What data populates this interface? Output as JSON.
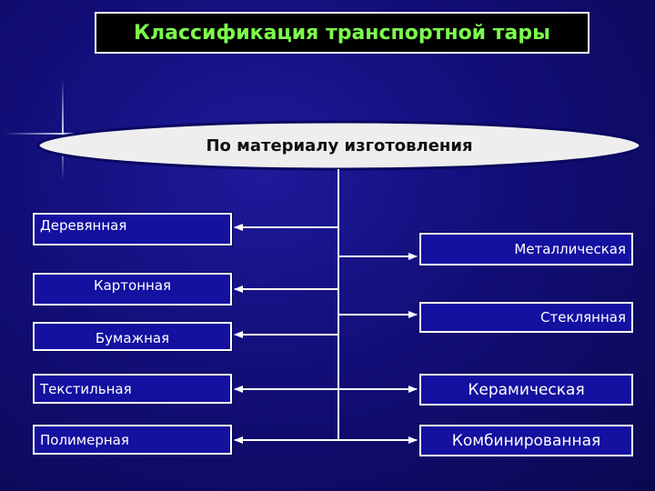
{
  "title": "Классификация транспортной тары",
  "root": "По материалу изготовления",
  "left_items": [
    "Деревянная",
    "Картонная",
    "Бумажная",
    "Текстильная",
    "Полимерная"
  ],
  "right_items": [
    "Металлическая",
    "Стеклянная",
    "Керамическая",
    "Комбинированная"
  ],
  "colors": {
    "background": "#140f88",
    "title_text": "#7cfc4c",
    "ellipse_fill": "#eeeeee",
    "box_fill": "#1410a0",
    "lines": "#ffffff"
  }
}
